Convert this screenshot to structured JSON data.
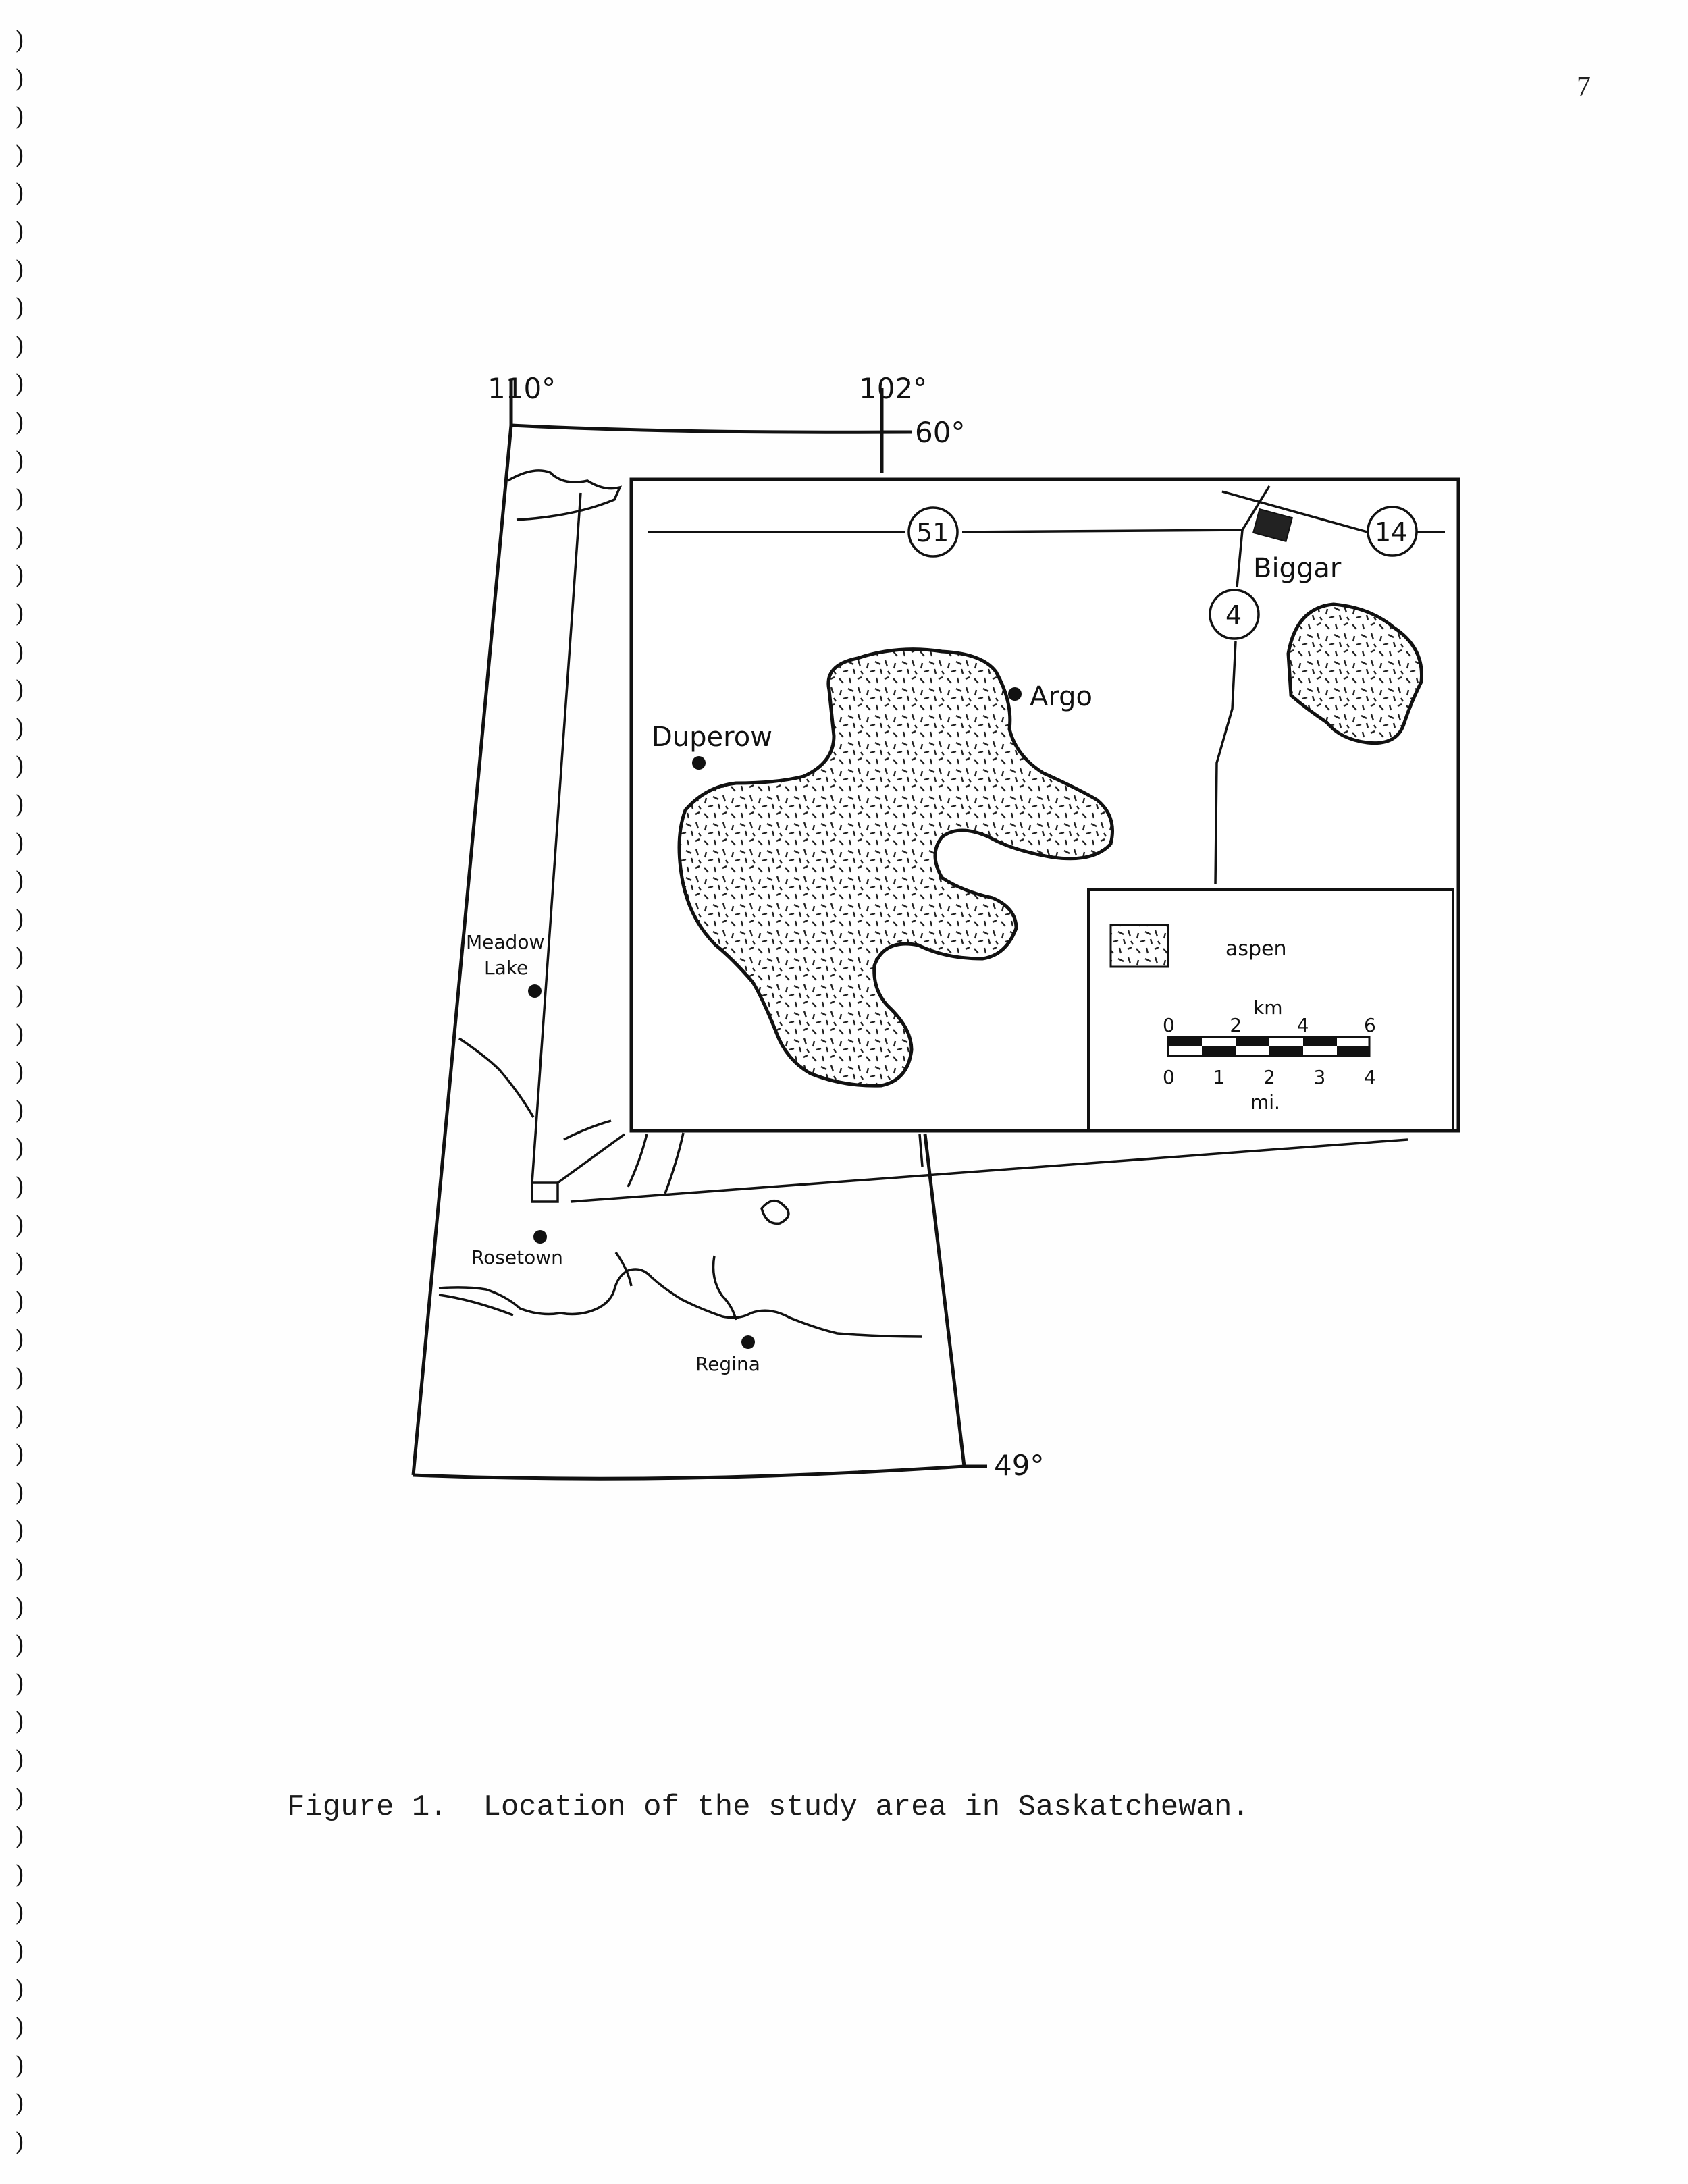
{
  "page": {
    "number": "7"
  },
  "figure": {
    "caption": "Figure 1.  Location of the study area in Saskatchewan."
  },
  "map": {
    "graticule": {
      "lon_west": "110°",
      "lon_east": "102°",
      "lat_north": "60°",
      "lat_south": "49°"
    },
    "places": [
      "Meadow Lake",
      "Rosetown",
      "Regina"
    ],
    "place_labels": {
      "meadow": "Meadow",
      "lake": "Lake",
      "rosetown": "Rosetown",
      "regina": "Regina"
    }
  },
  "inset": {
    "highways": [
      "51",
      "14",
      "4"
    ],
    "towns": [
      "Biggar",
      "Argo",
      "Duperow"
    ],
    "legend": {
      "aspen_label": "aspen",
      "km_unit": "km",
      "km_ticks": [
        "0",
        "2",
        "4",
        "6"
      ],
      "mi_unit": "mi.",
      "mi_ticks": [
        "0",
        "1",
        "2",
        "3",
        "4"
      ]
    }
  }
}
